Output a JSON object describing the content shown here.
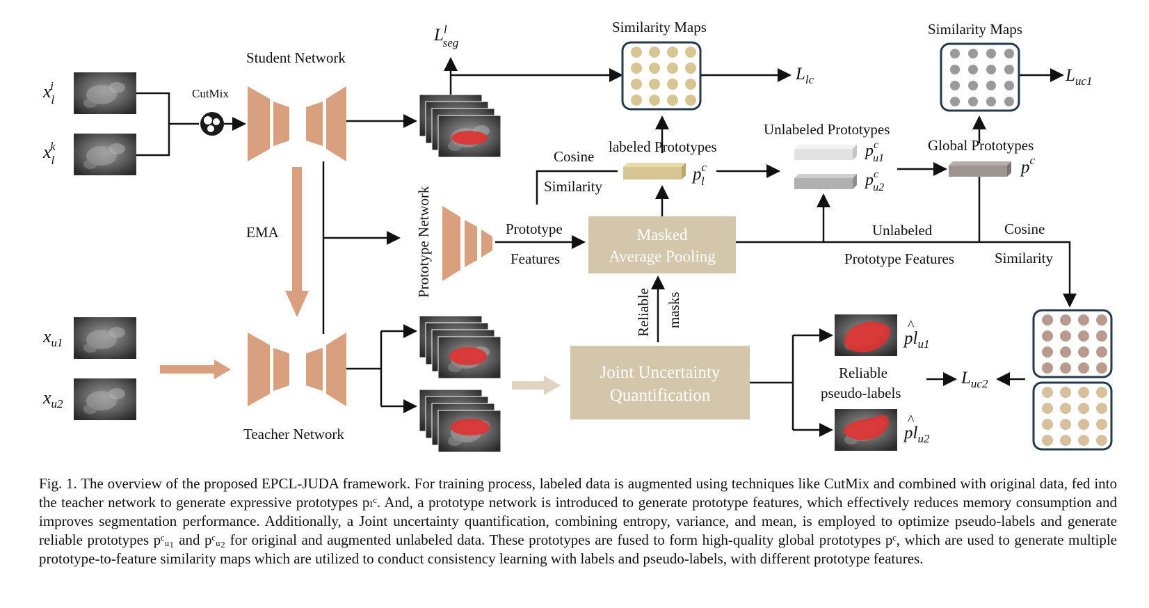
{
  "inputs": {
    "xli_base": "x",
    "xli_sub": "l",
    "xli_sup": "i",
    "xlk_base": "x",
    "xlk_sub": "l",
    "xlk_sup": "k",
    "xu1_base": "x",
    "xu1_sub": "u1",
    "xu2_base": "x",
    "xu2_sub": "u2"
  },
  "labels": {
    "cutmix": "CutMix",
    "student": "Student Network",
    "teacher": "Teacher Network",
    "ema": "EMA",
    "prototype_network": "Prototype Network",
    "prototype_features_1": "Prototype",
    "prototype_features_2": "Features",
    "cosine_1": "Cosine",
    "similarity_1": "Similarity",
    "labeled_prototypes": "labeled Prototypes",
    "unlabeled_prototypes": "Unlabeled Prototypes",
    "global_prototypes": "Global Prototypes",
    "similarity_maps_1": "Similarity Maps",
    "similarity_maps_2": "Similarity Maps",
    "unlabeled_pf_1": "Unlabeled",
    "unlabeled_pf_2": "Prototype Features",
    "cosine_2": "Cosine",
    "similarity_2": "Similarity",
    "reliable": "Reliable",
    "masks": "masks",
    "reliable_pl_1": "Reliable",
    "reliable_pl_2": "pseudo-labels"
  },
  "boxes": {
    "map_1": "Masked",
    "map_2": "Average Pooling",
    "juq_1": "Joint Uncertainty",
    "juq_2": "Quantification"
  },
  "symbols": {
    "lseg_base": "L",
    "lseg_sup": "l",
    "lseg_sub": "seg",
    "llc_base": "L",
    "llc_sub": "lc",
    "luc1_base": "L",
    "luc1_sub": "uc1",
    "luc2_base": "L",
    "luc2_sub": "uc2",
    "plc_base": "p",
    "plc_sup": "c",
    "plc_sub": "l",
    "pu1_base": "p",
    "pu1_sup": "c",
    "pu1_sub": "u1",
    "pu2_base": "p",
    "pu2_sup": "c",
    "pu2_sub": "u2",
    "pc_base": "p",
    "pc_sup": "c",
    "plu1_base": "pl",
    "plu1_sub": "u1",
    "plu2_base": "pl",
    "plu2_sub": "u2"
  },
  "caption": "Fig. 1.  The overview of the proposed EPCL-JUDA framework. For training process, labeled data is augmented using techniques like CutMix and combined with original data, fed into the teacher network to generate expressive prototypes pₗᶜ. And, a prototype network is introduced to generate prototype features, which effectively reduces memory consumption and improves segmentation performance. Additionally, a Joint uncertainty quantification, combining entropy, variance, and mean, is employed to optimize pseudo-labels and generate reliable prototypes pᶜᵤ₁ and pᶜᵤ₂ for original and augmented unlabeled data. These prototypes are fused to form high-quality global prototypes pᶜ, which are used to generate multiple prototype-to-feature similarity maps which are utilized to conduct consistency learning with labels and pseudo-labels, with different prototype features.",
  "colors": {
    "network": "#d9a07f",
    "box": "#d4c6aa",
    "dot_tan": "#d7c693",
    "dot_gray": "#9a9a9a",
    "dot_mauve": "#b89a8e",
    "dot_sand": "#d7c09c",
    "mask_red": "#e03030",
    "scan": "#6a6a6a"
  }
}
